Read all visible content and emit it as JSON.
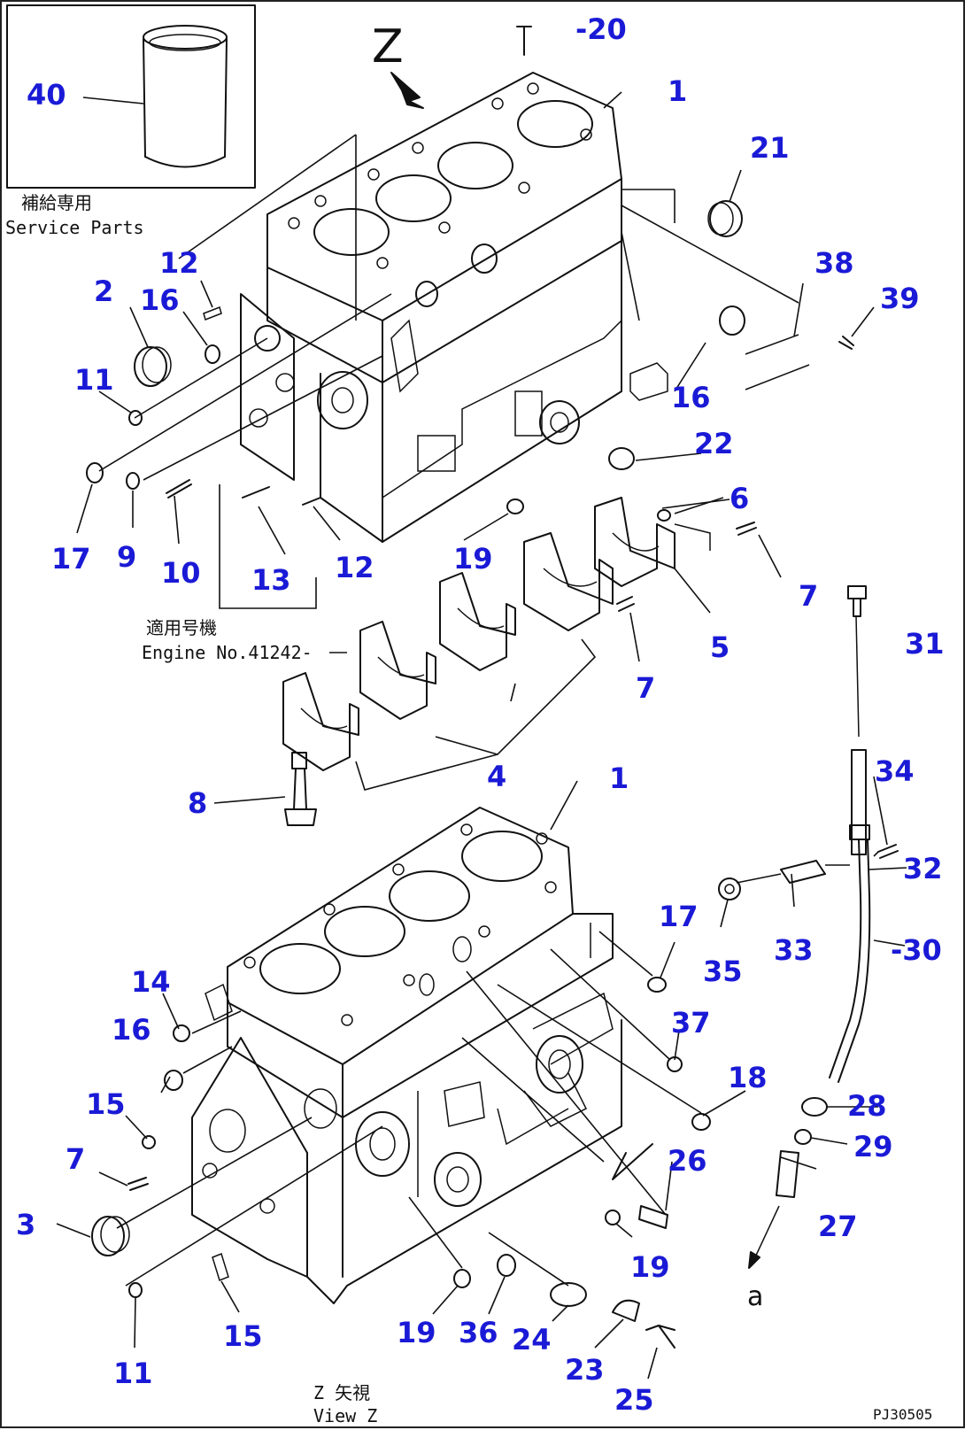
{
  "colors": {
    "callout": "#1a1ad6",
    "line": "#111111",
    "background": "#ffffff"
  },
  "view_marker": "Z",
  "direction_label": "a",
  "notes": {
    "service_parts_jp": "補給専用",
    "service_parts_en": "Service Parts",
    "engine_no_jp": "適用号機",
    "engine_no_en": "Engine No.41242-",
    "view_jp": "Z 矢視",
    "view_en": "View Z"
  },
  "drawing_code": "PJ30505",
  "callouts": [
    "40",
    "-20",
    "1",
    "21",
    "12",
    "2",
    "16",
    "38",
    "39",
    "11",
    "16",
    "22",
    "6",
    "17",
    "9",
    "10",
    "13",
    "12",
    "19",
    "7",
    "31",
    "5",
    "7",
    "4",
    "8",
    "1",
    "34",
    "32",
    "17",
    "33",
    "-30",
    "35",
    "14",
    "37",
    "16",
    "18",
    "28",
    "15",
    "26",
    "29",
    "7",
    "27",
    "3",
    "19",
    "15",
    "11",
    "19",
    "36",
    "24",
    "23",
    "25"
  ]
}
